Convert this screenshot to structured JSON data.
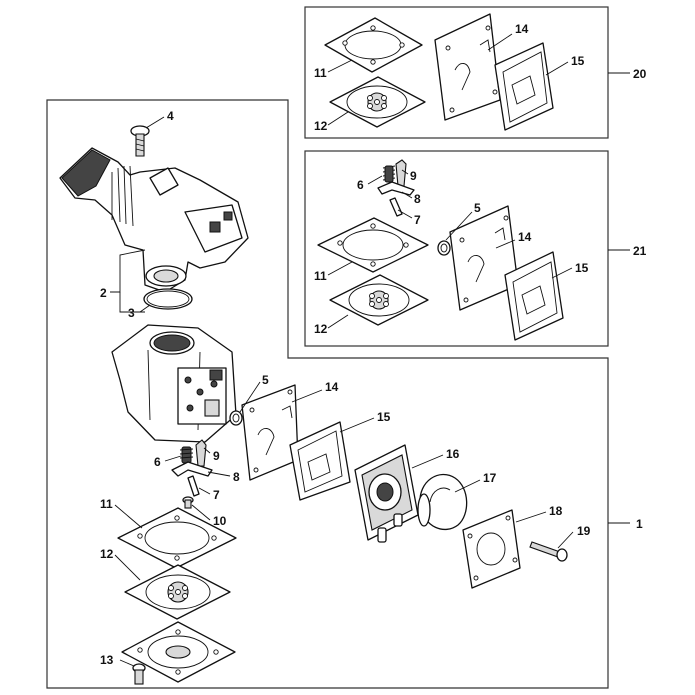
{
  "callouts": {
    "c1": "1",
    "c2": "2",
    "c3": "3",
    "c4": "4",
    "c5": "5",
    "c6": "6",
    "c7": "7",
    "c8": "8",
    "c9": "9",
    "c10": "10",
    "c11": "11",
    "c12": "12",
    "c13": "13",
    "c14": "14",
    "c15": "15",
    "c16": "16",
    "c17": "17",
    "c18": "18",
    "c19": "19",
    "k20": "20",
    "k21": "21",
    "k20_11": "11",
    "k20_12": "12",
    "k20_14": "14",
    "k20_15": "15",
    "k21_5": "5",
    "k21_6": "6",
    "k21_7": "7",
    "k21_8": "8",
    "k21_9": "9",
    "k21_11": "11",
    "k21_12": "12",
    "k21_14": "14",
    "k21_15": "15"
  }
}
